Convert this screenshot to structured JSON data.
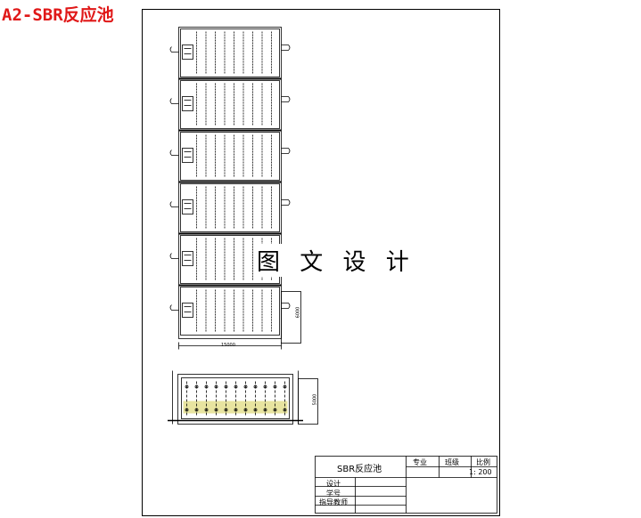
{
  "document": {
    "title": "A2-SBR反应池",
    "watermark": "图 文 设 计"
  },
  "drawing": {
    "plan_view": {
      "tank_count": 6,
      "dim_width": "15000",
      "dim_height": "6000"
    },
    "section_view": {
      "dim_height": "5000"
    }
  },
  "title_block": {
    "drawing_name": "SBR反应池",
    "major_label": "专业",
    "class_label": "班级",
    "scale_label": "比例",
    "scale_value": "1: 200",
    "design_label": "设计",
    "student_id_label": "学号",
    "advisor_label": "指导教师"
  },
  "colors": {
    "title": "#e01818",
    "lines": "#000000",
    "section_fill": "#e8e4a0"
  }
}
